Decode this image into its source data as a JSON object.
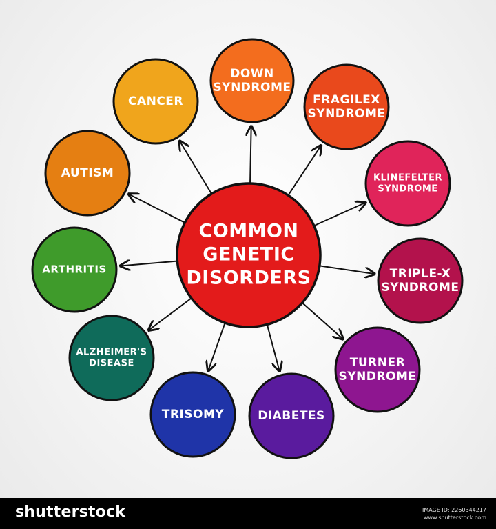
{
  "center": {
    "lines": [
      "COMMON",
      "GENETIC",
      "DISORDERS"
    ],
    "color": "#e31b1b"
  },
  "nodes": [
    {
      "lines": [
        "DOWN",
        "SYNDROME"
      ],
      "color": "#f36d1e"
    },
    {
      "lines": [
        "FRAGILEX",
        "SYNDROME"
      ],
      "color": "#e9491c"
    },
    {
      "lines": [
        "KLINEFELTER",
        "SYNDROME"
      ],
      "color": "#e0245a"
    },
    {
      "lines": [
        "TRIPLE-X",
        "SYNDROME"
      ],
      "color": "#b3124c"
    },
    {
      "lines": [
        "TURNER",
        "SYNDROME"
      ],
      "color": "#8e1690"
    },
    {
      "lines": [
        "DIABETES"
      ],
      "color": "#5a1b9e"
    },
    {
      "lines": [
        "TRISOMY"
      ],
      "color": "#1f34a8"
    },
    {
      "lines": [
        "ALZHEIMER'S",
        "DISEASE"
      ],
      "color": "#0f6b5a"
    },
    {
      "lines": [
        "ARTHRITIS"
      ],
      "color": "#3f9b2b"
    },
    {
      "lines": [
        "AUTISM"
      ],
      "color": "#e57f12"
    },
    {
      "lines": [
        "CANCER"
      ],
      "color": "#f0a51c"
    }
  ],
  "footer": {
    "logo": "shutterstock",
    "image_id": "IMAGE ID: 2260344217",
    "site": "www.shutterstock.com"
  }
}
